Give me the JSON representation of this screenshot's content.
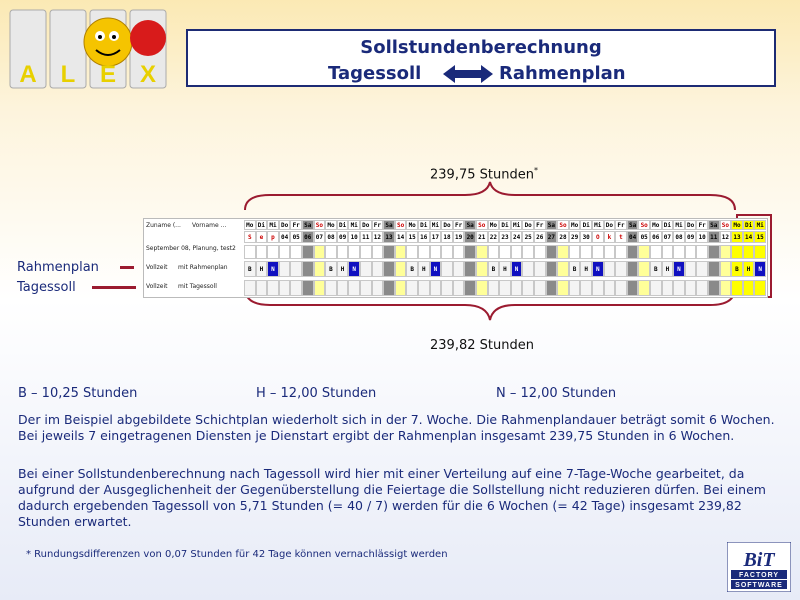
{
  "header": {
    "logo_letters": [
      "A",
      "L",
      "E",
      "X"
    ],
    "title_line1": "Sollstundenberechnung",
    "title_left": "Tagessoll",
    "title_right": "Rahmenplan",
    "arrow_icon": "double-arrow-icon"
  },
  "braces": {
    "top_label": "239,75 Stunden",
    "top_marker": "*",
    "bottom_label": "239,82 Stunden"
  },
  "schedule": {
    "col_header_name": "Zuname (...",
    "col_header_firstname": "Vorname ...",
    "subtitle": "September 08, Planung, test2",
    "row1_type": "Vollzeit",
    "row1_plan": "mit Rahmenplan",
    "row2_type": "Vollzeit",
    "row2_plan": "mit Tagessoll",
    "days": [
      "Mo",
      "Di",
      "Mi",
      "Do",
      "Fr",
      "Sa",
      "So",
      "Mo",
      "Di",
      "Mi",
      "Do",
      "Fr",
      "Sa",
      "So",
      "Mo",
      "Di",
      "Mi",
      "Do",
      "Fr",
      "Sa",
      "So",
      "Mo",
      "Di",
      "Mi",
      "Do",
      "Fr",
      "Sa",
      "So",
      "Mo",
      "Di",
      "Mi",
      "Do",
      "Fr",
      "Sa",
      "So",
      "Mo",
      "Di",
      "Mi",
      "Do",
      "Fr",
      "Sa",
      "So",
      "Mo",
      "Di",
      "Mi"
    ],
    "dates": [
      "S",
      "e",
      "p",
      "04",
      "05",
      "06",
      "07",
      "08",
      "09",
      "10",
      "11",
      "12",
      "13",
      "14",
      "15",
      "16",
      "17",
      "18",
      "19",
      "20",
      "21",
      "22",
      "23",
      "24",
      "25",
      "26",
      "27",
      "28",
      "29",
      "30",
      "O",
      "k",
      "t",
      "04",
      "05",
      "06",
      "07",
      "08",
      "09",
      "10",
      "11",
      "12",
      "13",
      "14",
      "15"
    ],
    "row1_shifts": [
      "B",
      "H",
      "N",
      "",
      "",
      "",
      "",
      "B",
      "H",
      "N",
      "",
      "",
      "",
      "",
      "B",
      "H",
      "N",
      "",
      "",
      "",
      "",
      "B",
      "H",
      "N",
      "",
      "",
      "",
      "",
      "B",
      "H",
      "N",
      "",
      "",
      "",
      "",
      "B",
      "H",
      "N",
      "",
      "",
      "",
      "",
      "B",
      "H",
      "N"
    ],
    "colors": {
      "weekend_gray": "#8a8a8a",
      "sunday_yellow": "#ffff99",
      "highlight_yellow": "#ffff00",
      "night_blue": "#1010c0",
      "brace_red": "#9b1b30",
      "text_blue": "#1a2a7a"
    }
  },
  "side_labels": {
    "rahmenplan": "Rahmenplan",
    "tagessoll": "Tagessoll"
  },
  "legend": {
    "b": "B – 10,25 Stunden",
    "h": "H – 12,00 Stunden",
    "n": "N – 12,00 Stunden"
  },
  "text": {
    "para1": "Der im Beispiel abgebildete Schichtplan wiederholt sich in der 7. Woche. Die Rahmenplandauer beträgt somit 6 Wochen. Bei jeweils 7 eingetragenen Diensten je Dienstart ergibt der Rahmenplan insgesamt 239,75 Stunden in 6 Wochen.",
    "para2": "Bei einer Sollstundenberechnung nach Tagessoll wird hier mit einer Verteilung auf eine 7-Tage-Woche gearbeitet, da aufgrund der Ausgeglichenheit der Gegenüberstellung die Feiertage die Sollstellung nicht reduzieren dürfen. Bei einem dadurch ergebenden Tagessoll von 5,71 Stunden (= 40 / 7) werden für die 6 Wochen (= 42 Tage) insgesamt 239,82 Stunden erwartet.",
    "footnote": "* Rundungsdifferenzen von 0,07 Stunden für 42 Tage können vernachlässigt werden"
  },
  "footer_logo": {
    "main": "BiT",
    "line1": "FACTORY",
    "line2": "SOFTWARE"
  }
}
